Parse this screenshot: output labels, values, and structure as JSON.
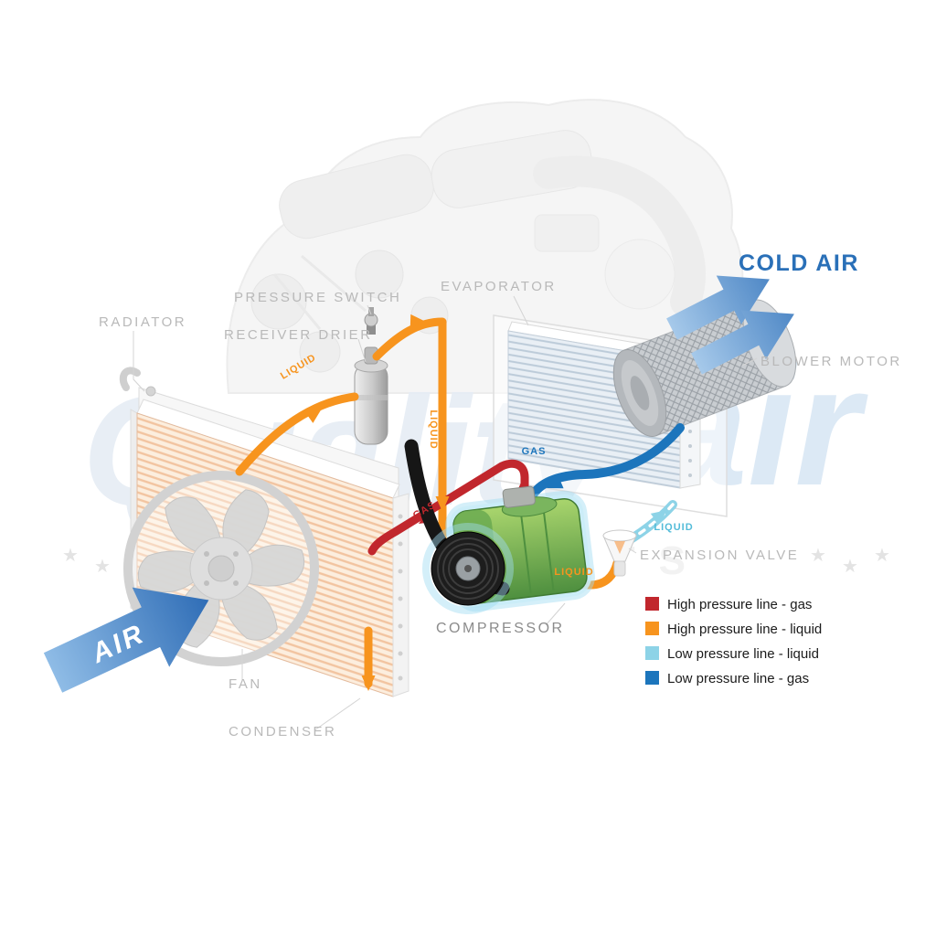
{
  "watermark": {
    "word1": "Quality",
    "word2": "air",
    "word3": "AUTO PARTS",
    "star": "★"
  },
  "labels": {
    "radiator": "RADIATOR",
    "pressure_switch": "PRESSURE SWITCH",
    "receiver_drier": "RECEIVER DRIER",
    "evaporator": "EVAPORATOR",
    "blower_motor": "BLOWER MOTOR",
    "cold_air": "COLD AIR",
    "expansion_valve": "EXPANSION VALVE",
    "compressor": "COMPRESSOR",
    "fan": "FAN",
    "condenser": "CONDENSER",
    "air": "AIR"
  },
  "line_labels": {
    "liquid": "LIQUID",
    "gas": "GAS"
  },
  "legend": {
    "items": [
      {
        "label": "High pressure line - gas",
        "color": "#c1272d"
      },
      {
        "label": "High pressure line - liquid",
        "color": "#f7941e"
      },
      {
        "label": "Low pressure line - liquid",
        "color": "#8dd3e7"
      },
      {
        "label": "Low pressure line -  gas",
        "color": "#1c75bc"
      }
    ]
  },
  "colors": {
    "high_pressure_gas": "#c1272d",
    "high_pressure_liquid": "#f7941e",
    "low_pressure_liquid": "#8dd3e7",
    "low_pressure_gas": "#1c75bc",
    "cold_air_blue": "#2a70b8",
    "compressor_green": "#6fae4e",
    "label_grey": "#b9b9b9"
  }
}
